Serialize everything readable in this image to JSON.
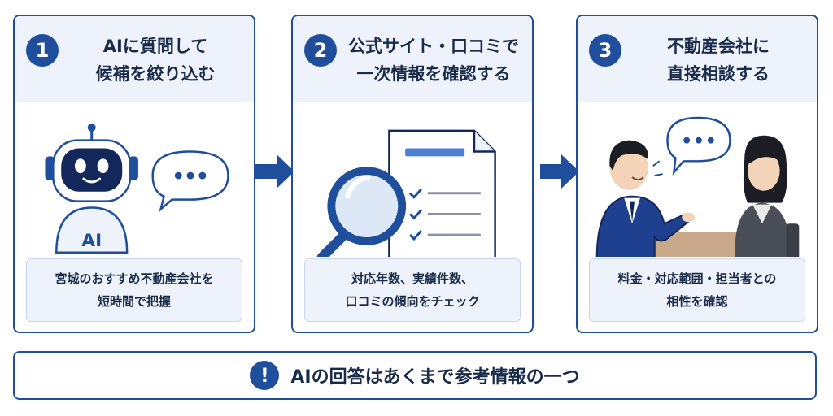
{
  "steps": [
    {
      "number": "1",
      "title_lines": [
        "AIに質問して",
        "候補を絞り込む"
      ],
      "robot_badge": "AI",
      "caption_lines": [
        "宮城のおすすめ不動産会社を",
        "短時間で把握"
      ]
    },
    {
      "number": "2",
      "title_lines": [
        "公式サイト・口コミで",
        "一次情報を確認する"
      ],
      "caption_lines": [
        "対応年数、実績件数、",
        "口コミの傾向をチェック"
      ]
    },
    {
      "number": "3",
      "title_lines": [
        "不動産会社に",
        "直接相談する"
      ],
      "caption_lines": [
        "料金・対応範囲・担当者との",
        "相性を確認"
      ]
    }
  ],
  "note": {
    "icon": "!",
    "text": "AIの回答はあくまで参考情報の一つ"
  },
  "colors": {
    "primary": "#1f4e9c",
    "header_bg": "#eef3fb",
    "text": "#1a2b4a"
  }
}
